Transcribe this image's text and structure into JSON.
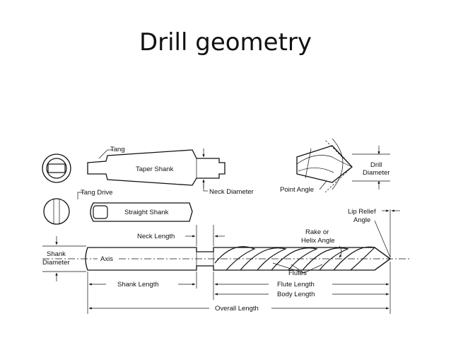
{
  "title": "Drill geometry",
  "labels": {
    "tang": "Tang",
    "taper_shank": "Taper Shank",
    "neck_diameter": "Neck Diameter",
    "tang_drive": "Tang Drive",
    "straight_shank": "Straight Shank",
    "point_angle": "Point Angle",
    "drill_diameter_1": "Drill",
    "drill_diameter_2": "Diameter",
    "lip_relief_1": "Lip Relief",
    "lip_relief_2": "Angle",
    "neck_length": "Neck Length",
    "rake_1": "Rake or",
    "rake_2": "Helix Angle",
    "shank_diameter_1": "Shank",
    "shank_diameter_2": "Diameter",
    "axis": "Axis",
    "flutes": "Flutes",
    "shank_length": "Shank Length",
    "flute_length": "Flute Length",
    "body_length": "Body Length",
    "overall_length": "Overall Length"
  },
  "colors": {
    "ink": "#111111",
    "background": "#ffffff"
  }
}
